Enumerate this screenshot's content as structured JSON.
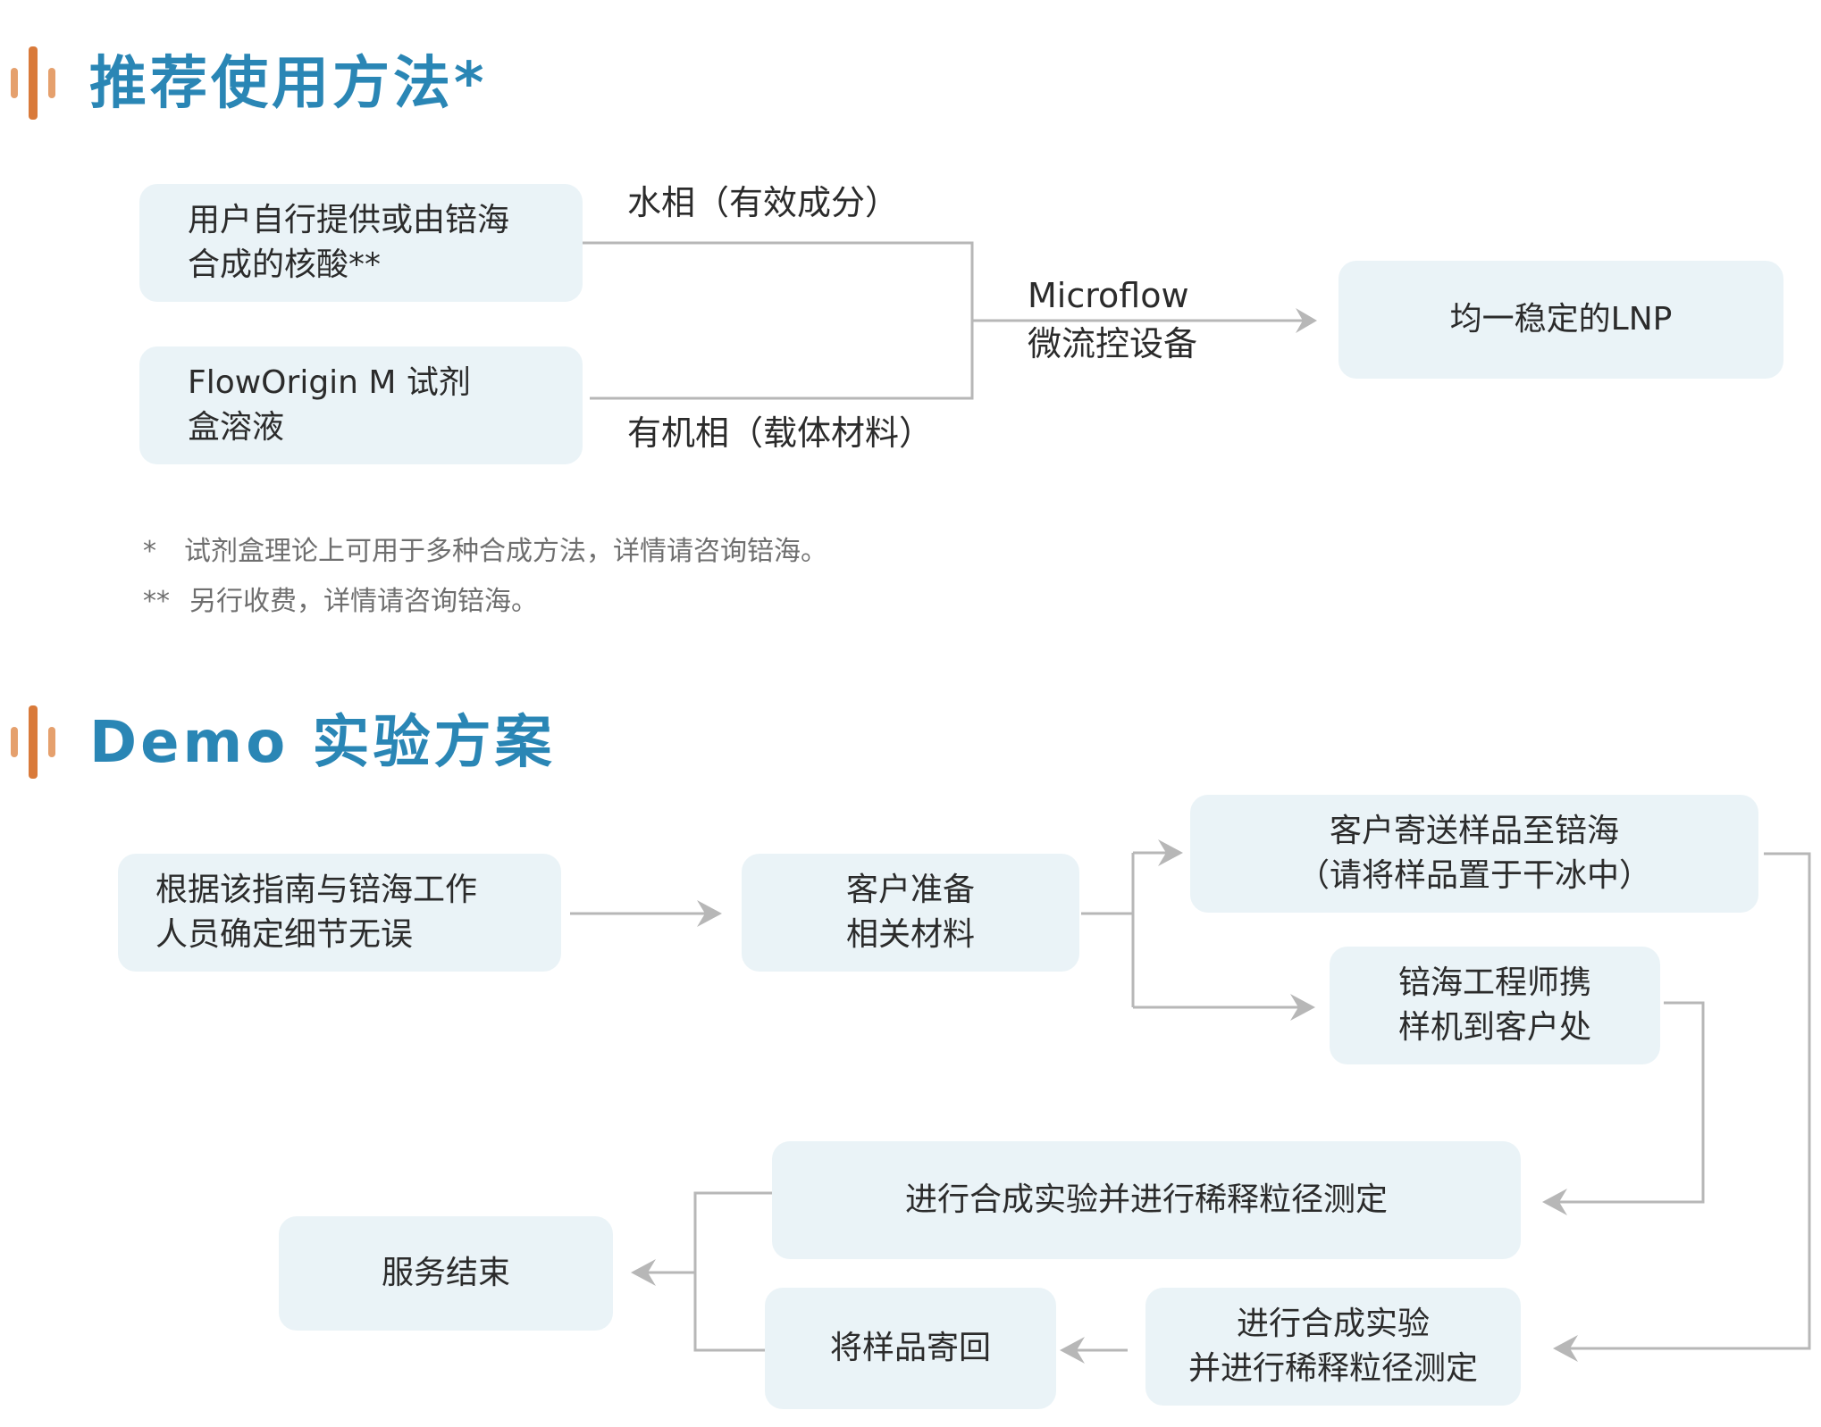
{
  "section1": {
    "title": "推荐使用方法*",
    "icon": "bar-equalizer-icon",
    "box_user_nucleic": "用户自行提供或由锫海\n合成的核酸**",
    "box_kit_solution": "FlowOrigin M 试剂\n盒溶液",
    "label_water_phase": "水相（有效成分）",
    "label_organic_phase": "有机相（载体材料）",
    "label_device": "Microflow\n微流控设备",
    "box_result": "均一稳定的LNP",
    "note1_mark": "*",
    "note1_text": "试剂盒理论上可用于多种合成方法，详情请咨询锫海。",
    "note2_mark": "**",
    "note2_text": "另行收费，详情请咨询锫海。"
  },
  "section2": {
    "title": "Demo 实验方案",
    "icon": "bar-equalizer-icon",
    "box_confirm": "根据该指南与锫海工作\n人员确定细节无误",
    "box_prepare": "客户准备\n相关材料",
    "box_send_sample": "客户寄送样品至锫海\n（请将样品置于干冰中）",
    "box_engineer_visit": "锫海工程师携\n样机到客户处",
    "box_experiment_top": "进行合成实验并进行稀释粒径测定",
    "box_experiment_bottom": "进行合成实验\n并进行稀释粒径测定",
    "box_return_sample": "将样品寄回",
    "box_end": "服务结束"
  },
  "colors": {
    "title": "#2a86b5",
    "box_bg": "#eaf3f7",
    "connector": "#b7b7b7",
    "accent_orange": "#e5a06d"
  }
}
